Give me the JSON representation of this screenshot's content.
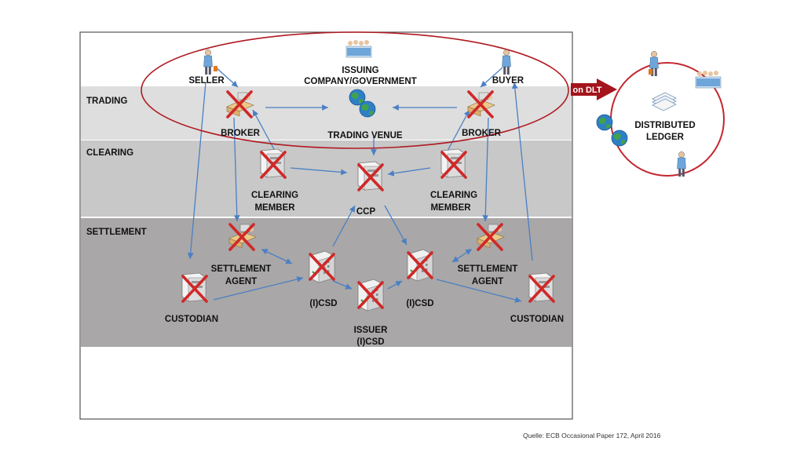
{
  "bands": {
    "trading": "TRADING",
    "clearing": "CLEARING",
    "settlement": "SETTLEMENT"
  },
  "nodes": {
    "seller": "SELLER",
    "issuing_line1": "ISSUING",
    "issuing_line2": "COMPANY/GOVERNMENT",
    "buyer": "BUYER",
    "broker_left": "BROKER",
    "trading_venue": "TRADING VENUE",
    "broker_right": "BROKER",
    "clearing_member_left_1": "CLEARING",
    "clearing_member_left_2": "MEMBER",
    "ccp": "CCP",
    "clearing_member_right_1": "CLEARING",
    "clearing_member_right_2": "MEMBER",
    "settlement_agent_left_1": "SETTLEMENT",
    "settlement_agent_left_2": "AGENT",
    "settlement_agent_right_1": "SETTLEMENT",
    "settlement_agent_right_2": "AGENT",
    "custodian_left": "CUSTODIAN",
    "icsd_left": "(I)CSD",
    "icsd_right": "(I)CSD",
    "issuer_icsd_1": "ISSUER",
    "issuer_icsd_2": "(I)CSD",
    "custodian_right": "CUSTODIAN"
  },
  "dlt": {
    "arrow_label": "on DLT",
    "ledger_line1": "DISTRIBUTED",
    "ledger_line2": "LEDGER"
  },
  "source": "Quelle: ECB Occasional Paper 172, April 2016",
  "colors": {
    "arrow": "#4a7fc4",
    "cross": "#d02828",
    "ellipse": "#b01a22",
    "trading_band": "#dedede",
    "clearing_band": "#c8c8c8",
    "settlement_band": "#a9a7a7"
  }
}
